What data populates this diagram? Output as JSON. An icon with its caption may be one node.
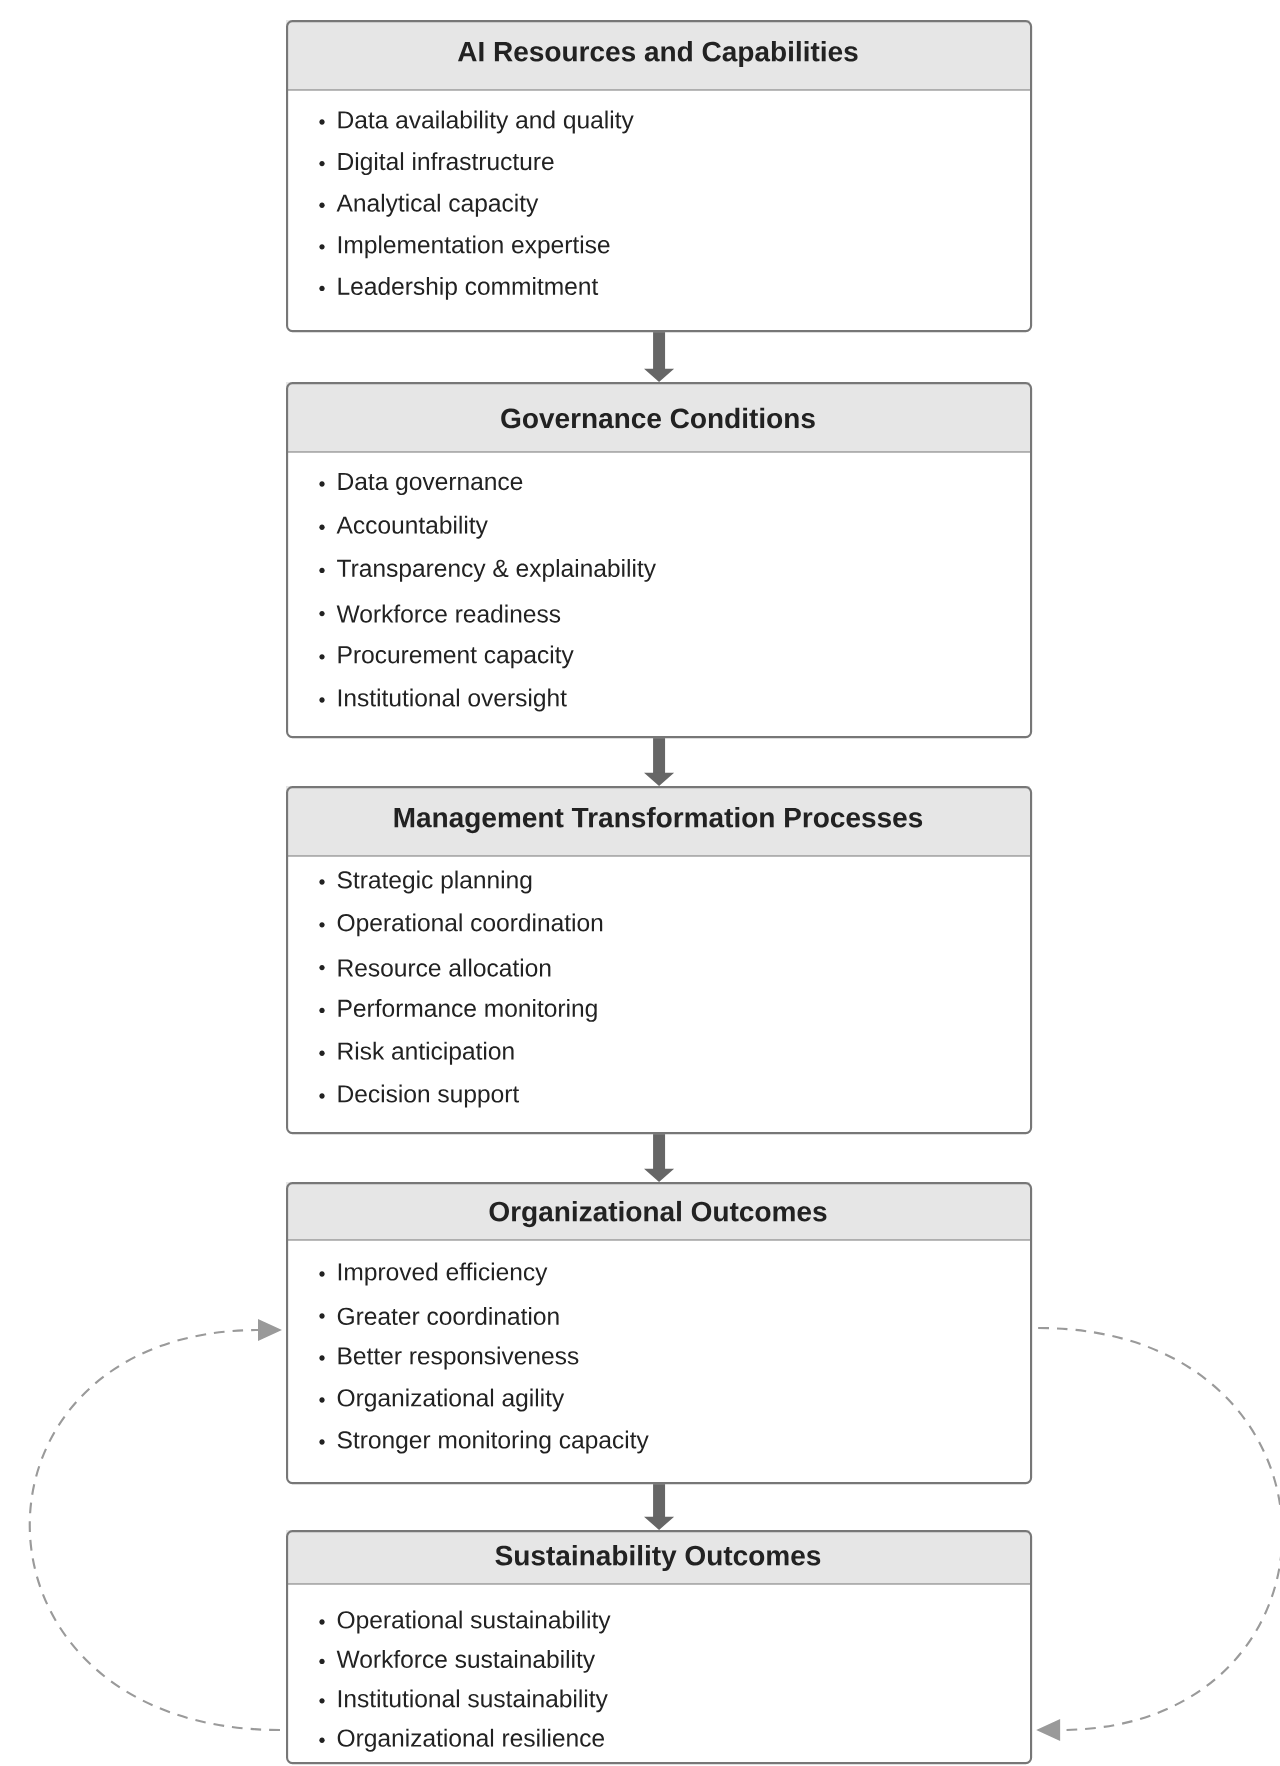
{
  "diagram": {
    "nodes": [
      {
        "text": [
          "AI Resources and Capabilities",
          "Data availability and quality",
          "Digital infrastructure",
          "Analytical capacity",
          "Implementation expertise",
          "Leadership commitment"
        ]
      },
      {
        "text": [
          "Governance Conditions",
          "Data governance",
          "Accountability",
          "Transparency & explainability",
          "Workforce readiness",
          "Procurement capacity",
          "Institutional oversight"
        ]
      },
      {
        "text": [
          "Management Transformation Processes",
          "Strategic planning",
          "Operational coordination",
          "Resource allocation",
          "Performance monitoring",
          "Risk anticipation",
          "Decision support"
        ]
      },
      {
        "text": [
          "Organizational Outcomes",
          "Improved efficiency",
          "Greater coordination",
          "Better responsiveness",
          "Organizational agility",
          "Stronger monitoring capacity"
        ]
      },
      {
        "text": [
          "Sustainability Outcomes",
          "Operational sustainability",
          "Workforce sustainability",
          "Institutional sustainability",
          "Organizational resilience"
        ]
      }
    ],
    "edges": [
      {
        "from": 0,
        "to": 1,
        "arrow": "to"
      },
      {
        "from": 1,
        "to": 2,
        "arrow": "to"
      },
      {
        "from": 2,
        "to": 3,
        "arrow": "to"
      },
      {
        "from": 3,
        "to": 4,
        "arrow": "to"
      },
      {
        "from": 4,
        "to": 3,
        "arrow": "to",
        "style": "dashed",
        "color": "#9a9a9a"
      },
      {
        "from": 3,
        "to": 4,
        "arrow": "to",
        "style": "dashed",
        "color": "#9a9a9a"
      }
    ]
  }
}
